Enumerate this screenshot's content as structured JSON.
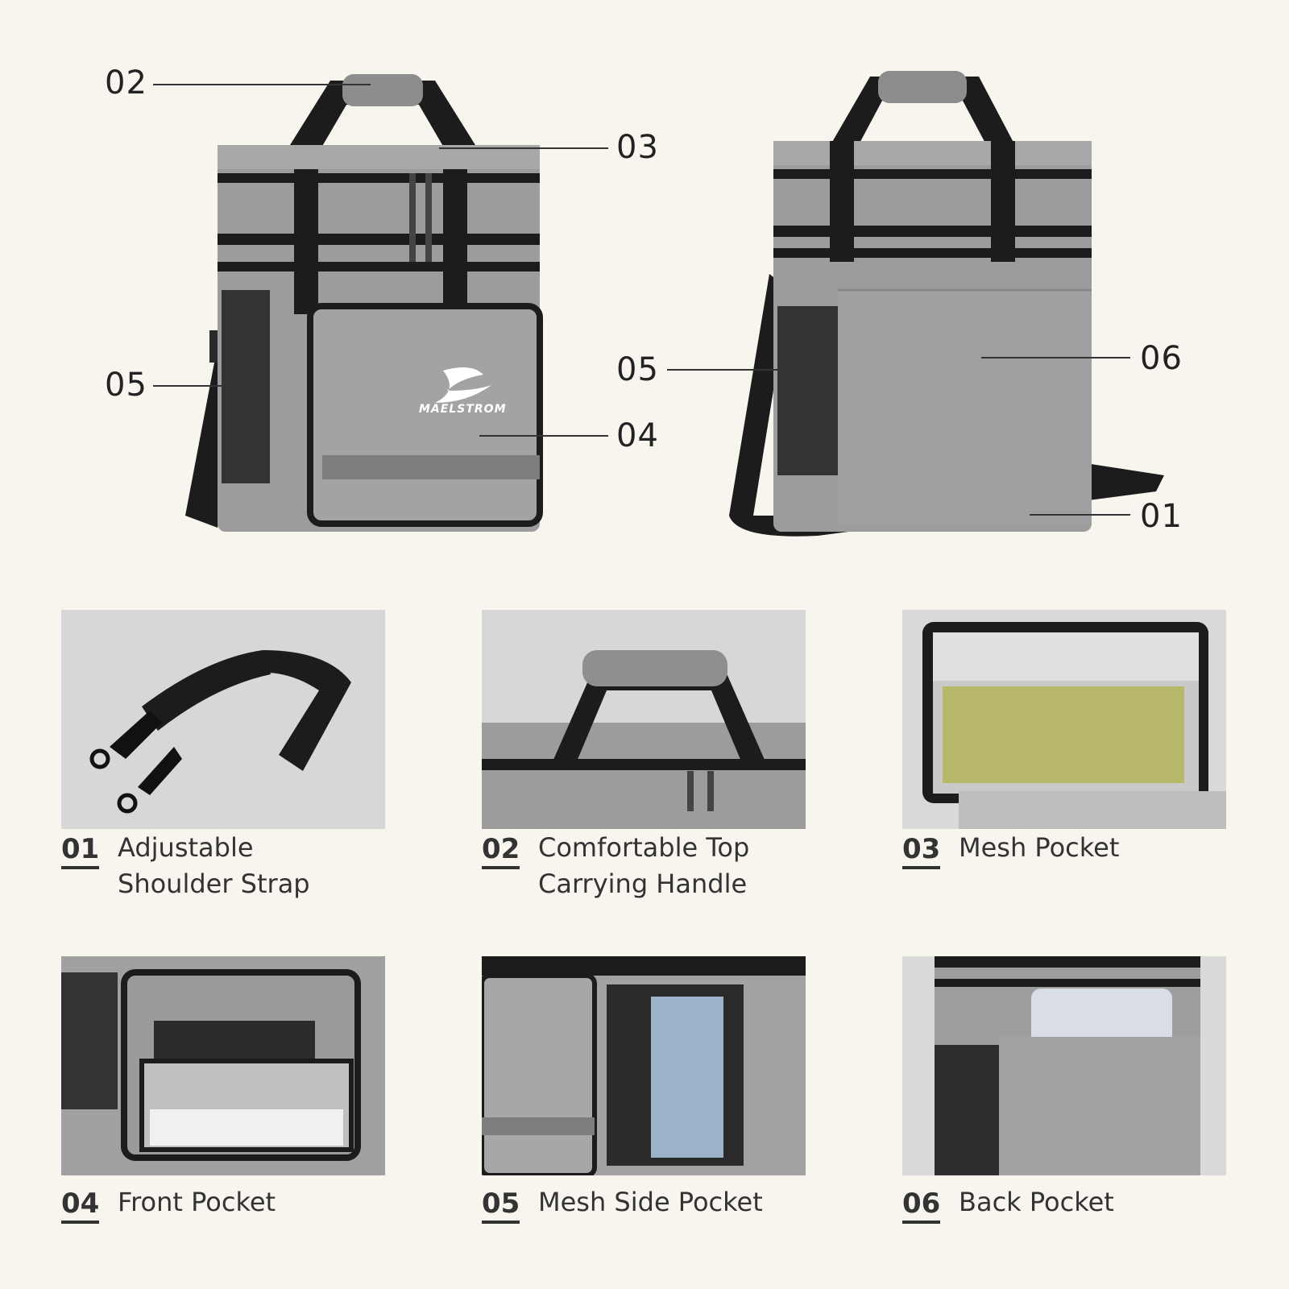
{
  "callouts": {
    "left_02": "02",
    "left_03": "03",
    "left_05": "05",
    "left_04": "04",
    "right_05": "05",
    "right_06": "06",
    "right_01": "01"
  },
  "brand": "MAELSTROM",
  "features": [
    {
      "num": "01",
      "line1": "Adjustable",
      "line2": "Shoulder Strap"
    },
    {
      "num": "02",
      "line1": "Comfortable Top",
      "line2": "Carrying Handle"
    },
    {
      "num": "03",
      "line1": "Mesh Pocket",
      "line2": ""
    },
    {
      "num": "04",
      "line1": "Front Pocket",
      "line2": ""
    },
    {
      "num": "05",
      "line1": "Mesh Side Pocket",
      "line2": ""
    },
    {
      "num": "06",
      "line1": "Back Pocket",
      "line2": ""
    }
  ],
  "colors": {
    "background": "#f8f5ef",
    "bag_gray": "#9a9a9a",
    "strap_black": "#1c1c1c"
  }
}
